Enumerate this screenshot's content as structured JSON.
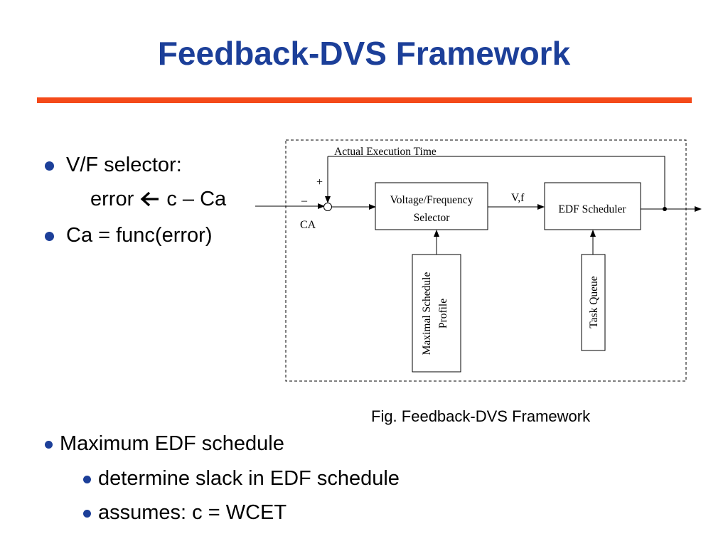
{
  "slide": {
    "title": "Feedback-DVS Framework",
    "accent_color": "#f44a1a",
    "title_color": "#1c3f99",
    "bullet_color": "#1c3f99"
  },
  "bullets": {
    "b1": {
      "text": "V/F selector:"
    },
    "b1_sub": {
      "left": "error",
      "arrow": "",
      "right": "c – Ca",
      "arrow_icon": "left-arrow-icon"
    },
    "b2": {
      "text": "Ca = func(error)"
    },
    "b3": {
      "text": "Maximum EDF schedule"
    },
    "b3_sub1": {
      "text": "determine slack in EDF schedule"
    },
    "b3_sub2": {
      "text": "assumes: c = WCET"
    }
  },
  "diagram": {
    "feedback_label": "Actual Execution Time",
    "plus_sign": "+",
    "minus_sign": "–",
    "input_label": "CA",
    "vf_label": "V,f",
    "selector_line1": "Voltage/Frequency",
    "selector_line2": "Selector",
    "scheduler_label": "EDF Scheduler",
    "profile_line1": "Maximal Schedule",
    "profile_line2": "Profile",
    "queue_label": "Task Queue"
  },
  "caption": "Fig. Feedback-DVS Framework"
}
